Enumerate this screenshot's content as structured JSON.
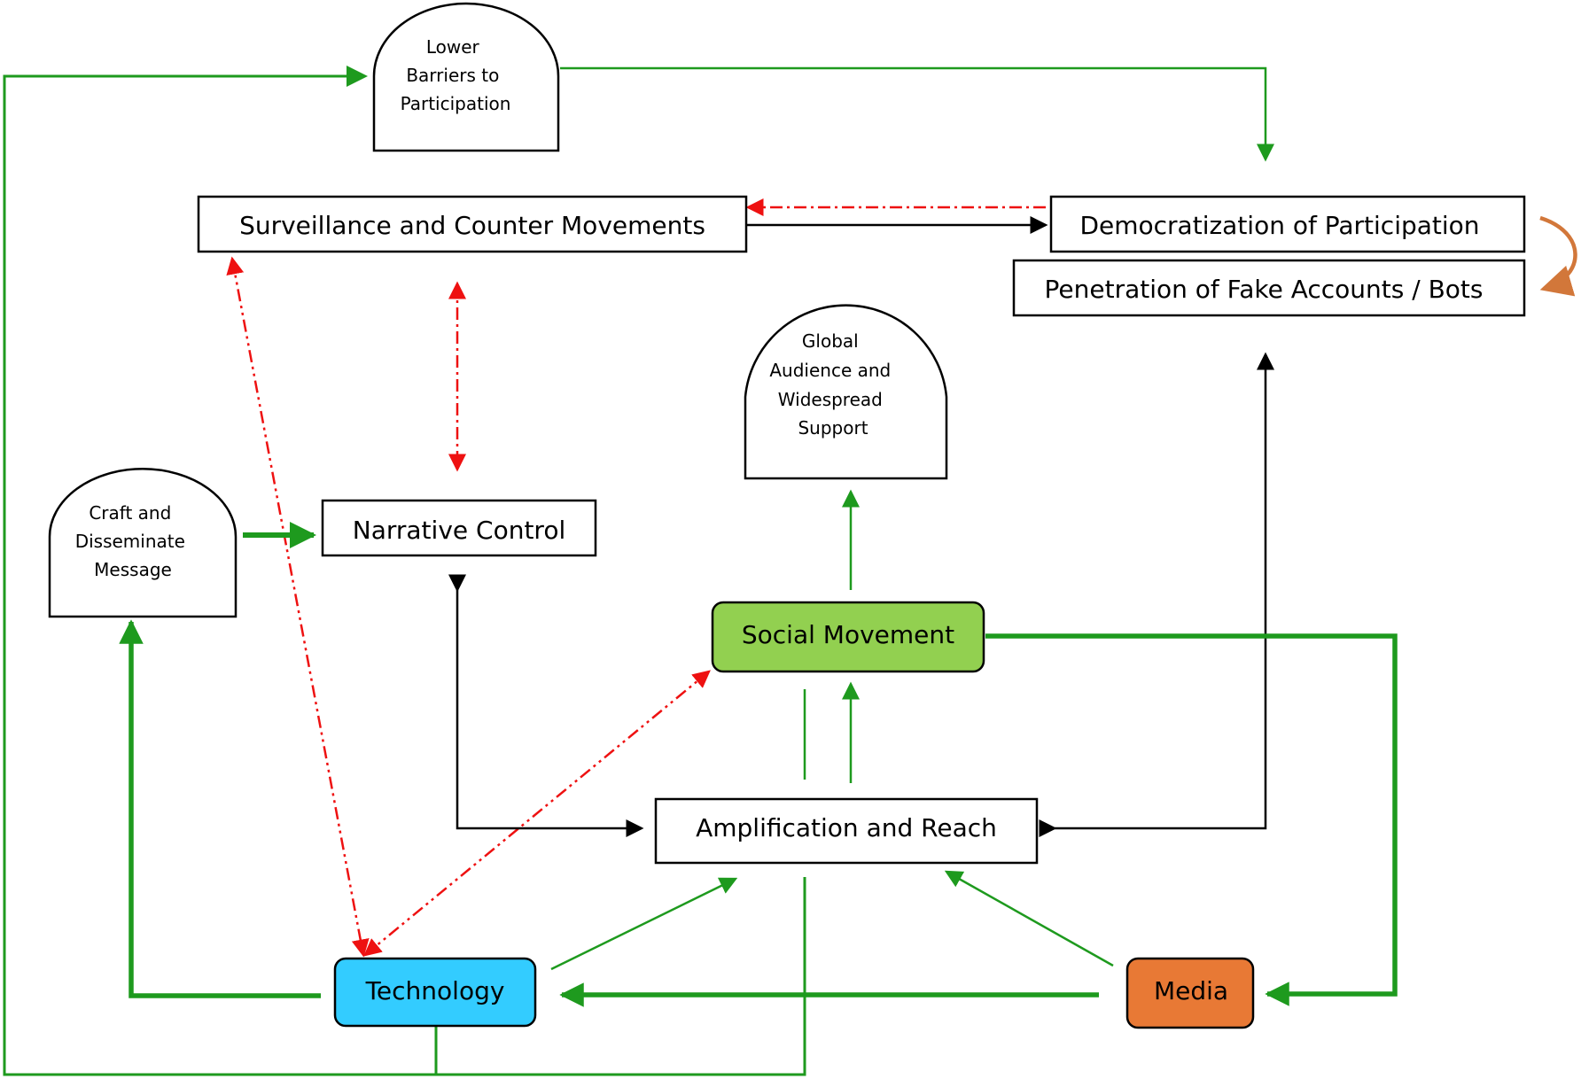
{
  "nodes": {
    "lower_barriers": [
      "Lower",
      "Barriers to",
      "Participation"
    ],
    "surveillance": "Surveillance and Counter Movements",
    "democratization": "Democratization of Participation",
    "fake_accounts": "Penetration of Fake Accounts / Bots",
    "global_audience": [
      "Global",
      "Audience and",
      "Widespread",
      "Support"
    ],
    "craft_message": [
      "Craft and",
      "Disseminate",
      "Message"
    ],
    "narrative_control": "Narrative Control",
    "social_movement": "Social Movement",
    "amplification": "Amplification and Reach",
    "technology": "Technology",
    "media": "Media"
  },
  "colors": {
    "green_arrow": "#1e9a1e",
    "red_dashed": "#ee1111",
    "black": "#000000",
    "orange_arc": "#d2773a",
    "social_movement_fill": "#92d050",
    "technology_fill": "#33ccff",
    "media_fill": "#e87935"
  }
}
